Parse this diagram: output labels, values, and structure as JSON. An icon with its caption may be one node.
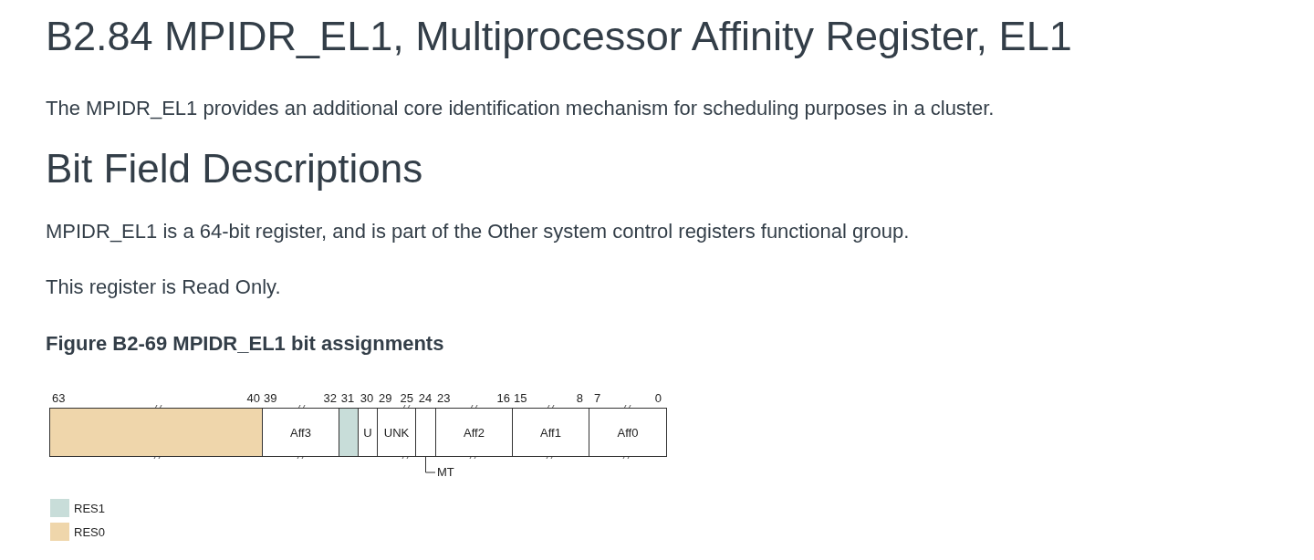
{
  "diagram": {
    "title": "B2.84 MPIDR_EL1, Multiprocessor Affinity Register, EL1",
    "nodes": [
      {
        "text": [],
        "shape": "box"
      },
      {
        "text": [
          "Aff3"
        ]
      },
      {
        "text": [],
        "shape": "box"
      },
      {
        "text": [
          "U"
        ]
      },
      {
        "text": [
          "UNK"
        ]
      },
      {
        "text": [],
        "shape": "box"
      },
      {
        "text": [
          "Aff2"
        ]
      },
      {
        "text": [
          "Aff1"
        ]
      },
      {
        "text": [
          "Aff0"
        ]
      },
      {
        "text": [
          "MT"
        ]
      }
    ],
    "edges": [
      {
        "from": 9,
        "to": 5,
        "arrow": "none"
      }
    ],
    "labels": [
      "The MPIDR_EL1 provides an additional core identification mechanism for scheduling purposes in a cluster.",
      "Bit Field Descriptions",
      "MPIDR_EL1 is a 64-bit register, and is part of the Other system control registers functional group.",
      "This register is Read Only.",
      "Figure B2-69 MPIDR_EL1 bit assignments",
      "63",
      "40",
      "39",
      "32",
      "31",
      "30",
      "29",
      "25",
      "24",
      "23",
      "16",
      "15",
      "8",
      "7",
      "0"
    ],
    "legend": [
      {
        "text": "RES1",
        "color": "#c8ddd9"
      },
      {
        "text": "RES0",
        "color": "#efd6ab"
      }
    ]
  }
}
